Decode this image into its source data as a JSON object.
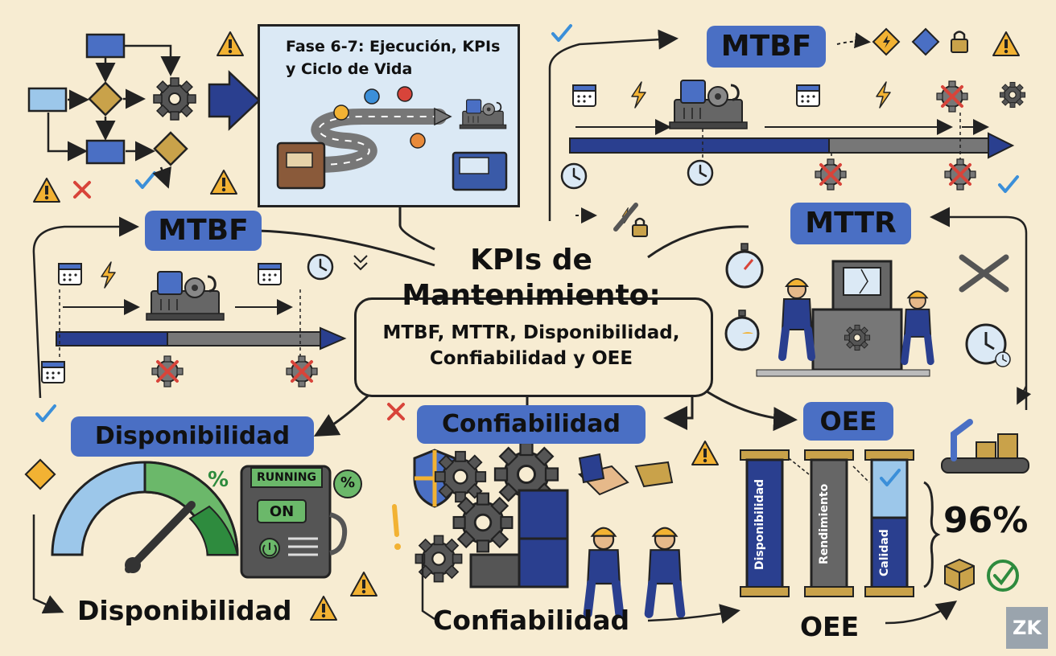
{
  "phase": {
    "title": "Fase 6-7: Ejecución, KPIs y Ciclo de Vida"
  },
  "center": {
    "title": "KPIs de Mantenimiento:",
    "subtitle": "MTBF, MTTR, Disponibilidad, Confiabilidad y OEE"
  },
  "labels": {
    "mtbf_top": "MTBF",
    "mtbf_left": "MTBF",
    "mttr": "MTTR",
    "disponibilidad": "Disponibilidad",
    "confiabilidad": "Confiabilidad",
    "oee": "OEE",
    "disponibilidad_bottom": "Disponibilidad",
    "confiabilidad_bottom": "Confiabilidad",
    "oee_bottom": "OEE"
  },
  "device": {
    "status": "RUNNING",
    "button": "ON",
    "badge": "%"
  },
  "pillars": [
    "Disponibilidad",
    "Rendimiento",
    "Calidad"
  ],
  "oee_value": "96%",
  "watermark": "ZK",
  "colors": {
    "background": "#f7ecd2",
    "accent_blue": "#4a6fc4",
    "dark_blue": "#2a3f8f",
    "gold": "#c9a24a",
    "warning": "#f2b233",
    "error_red": "#d8443a",
    "check_blue": "#3b8fd9",
    "green": "#2e8b3e"
  }
}
